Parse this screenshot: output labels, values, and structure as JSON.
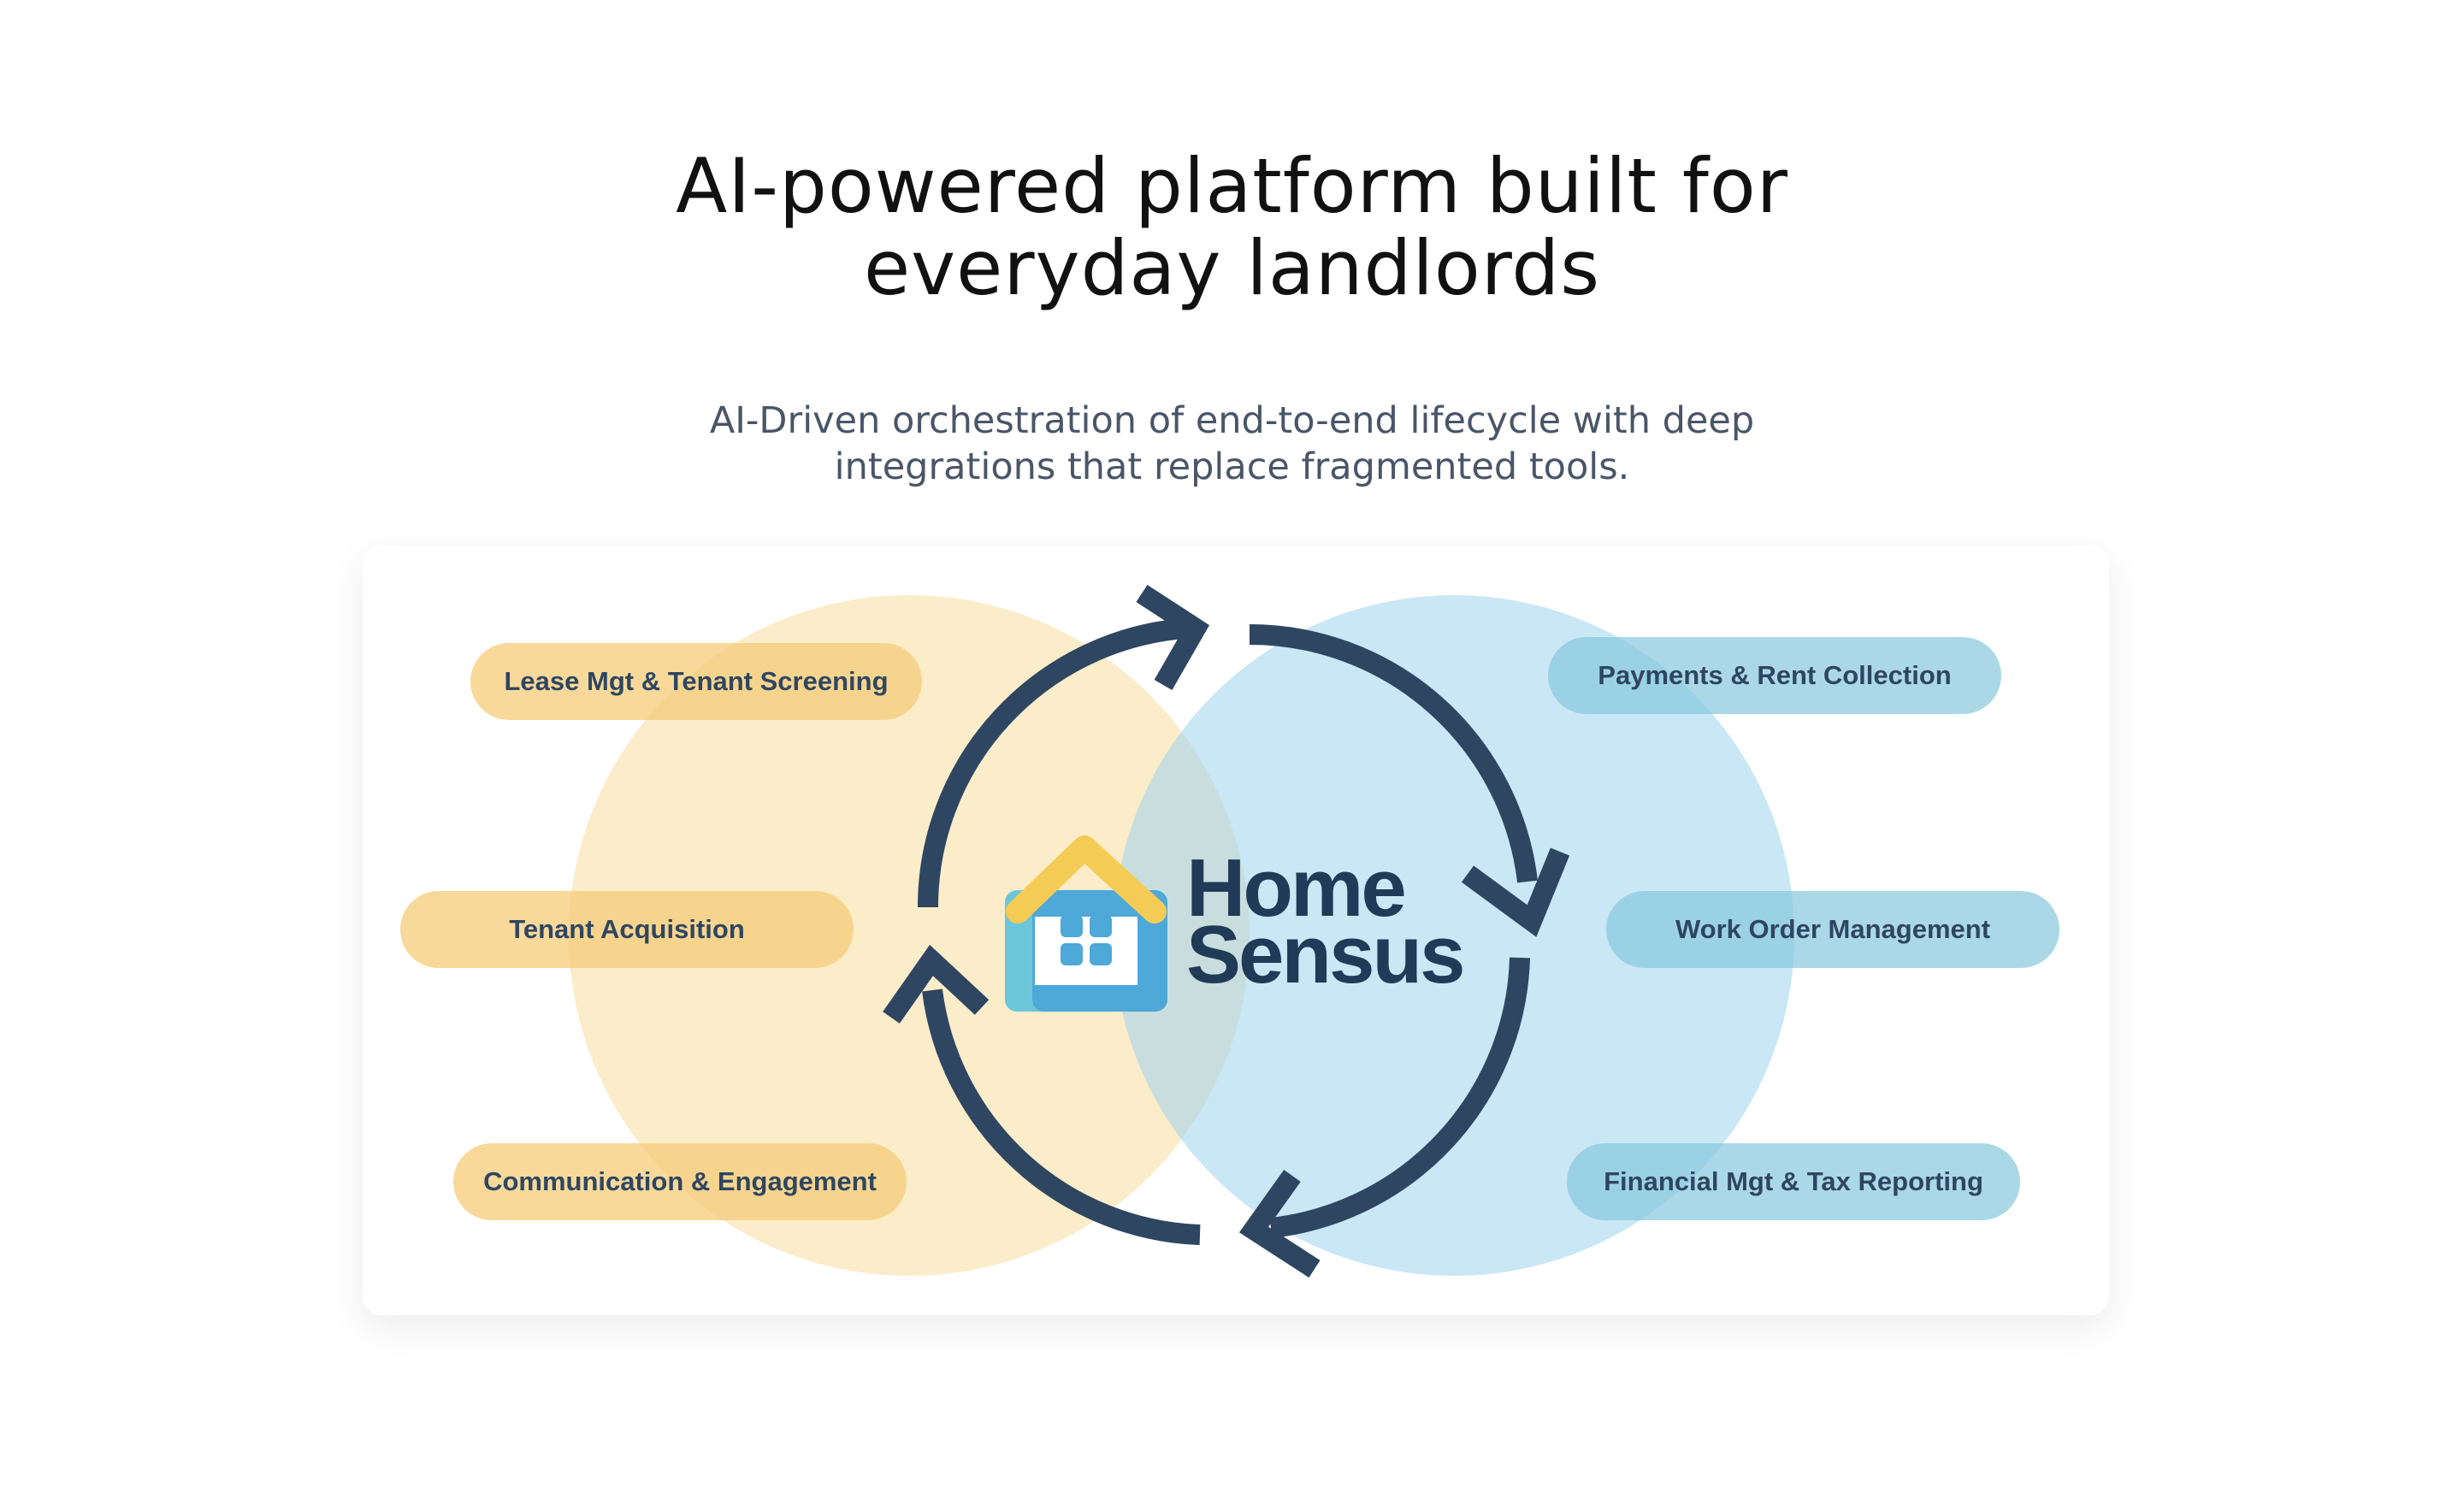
{
  "header": {
    "title_line1": "AI-powered platform built for",
    "title_line2": "everyday landlords",
    "subtitle_line1": "AI-Driven orchestration of end-to-end lifecycle with deep",
    "subtitle_line2": "integrations that replace fragmented tools."
  },
  "diagram": {
    "left_features": [
      "Lease Mgt & Tenant Screening",
      "Tenant Acquisition",
      "Communication & Engagement"
    ],
    "right_features": [
      "Payments & Rent Collection",
      "Work Order Management",
      "Financial Mgt & Tax Reporting"
    ],
    "logo": {
      "line1": "Home",
      "line2": "Sensus",
      "icon": "house-icon"
    },
    "cycle_icon": "cycle-arrows-icon",
    "colors": {
      "left_circle": "#f9dfa6",
      "right_circle": "#9fd3ee",
      "arrows": "#2e4661",
      "logo_text": "#213a57",
      "house_yellow": "#f4cc55",
      "house_blue": "#4ea8d8"
    }
  }
}
